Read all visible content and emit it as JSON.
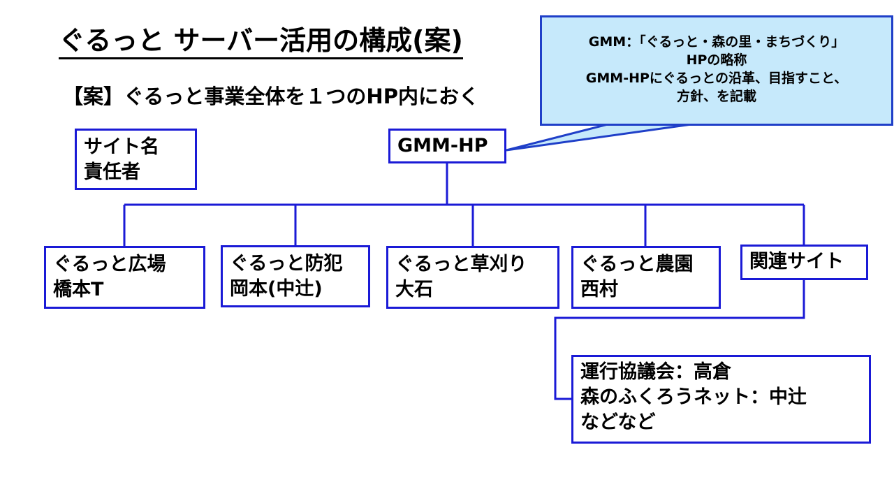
{
  "title": "ぐるっと サーバー活用の構成(案)",
  "subtitle": "【案】ぐるっと事業全体を１つのHP内におく",
  "legend_box": {
    "line1": "サイト名",
    "line2": "責任者"
  },
  "root": {
    "label": "GMM-HP"
  },
  "callout": {
    "line1": "GMM：「ぐるっと・森の里・まちづくり」",
    "line2": "HPの略称",
    "line3": "GMM-HPにぐるっとの沿革、目指すこと、",
    "line4": "方針、を記載"
  },
  "sites": [
    {
      "name": "ぐるっと広場",
      "owner": "橋本T"
    },
    {
      "name": "ぐるっと防犯",
      "owner": "岡本(中辻)"
    },
    {
      "name": "ぐるっと草刈り",
      "owner": "大石"
    },
    {
      "name": "ぐるっと農園",
      "owner": "西村"
    }
  ],
  "related": {
    "label": "関連サイト",
    "details": {
      "line1": "運行協議会：高倉",
      "line2": "森のふくろうネット：中辻",
      "line3": "などなど"
    }
  },
  "colors": {
    "box_border": "#1a1ad6",
    "connector": "#1a1ad6",
    "callout_fill": "#c6e9fb",
    "callout_border": "#1f3fc8"
  }
}
